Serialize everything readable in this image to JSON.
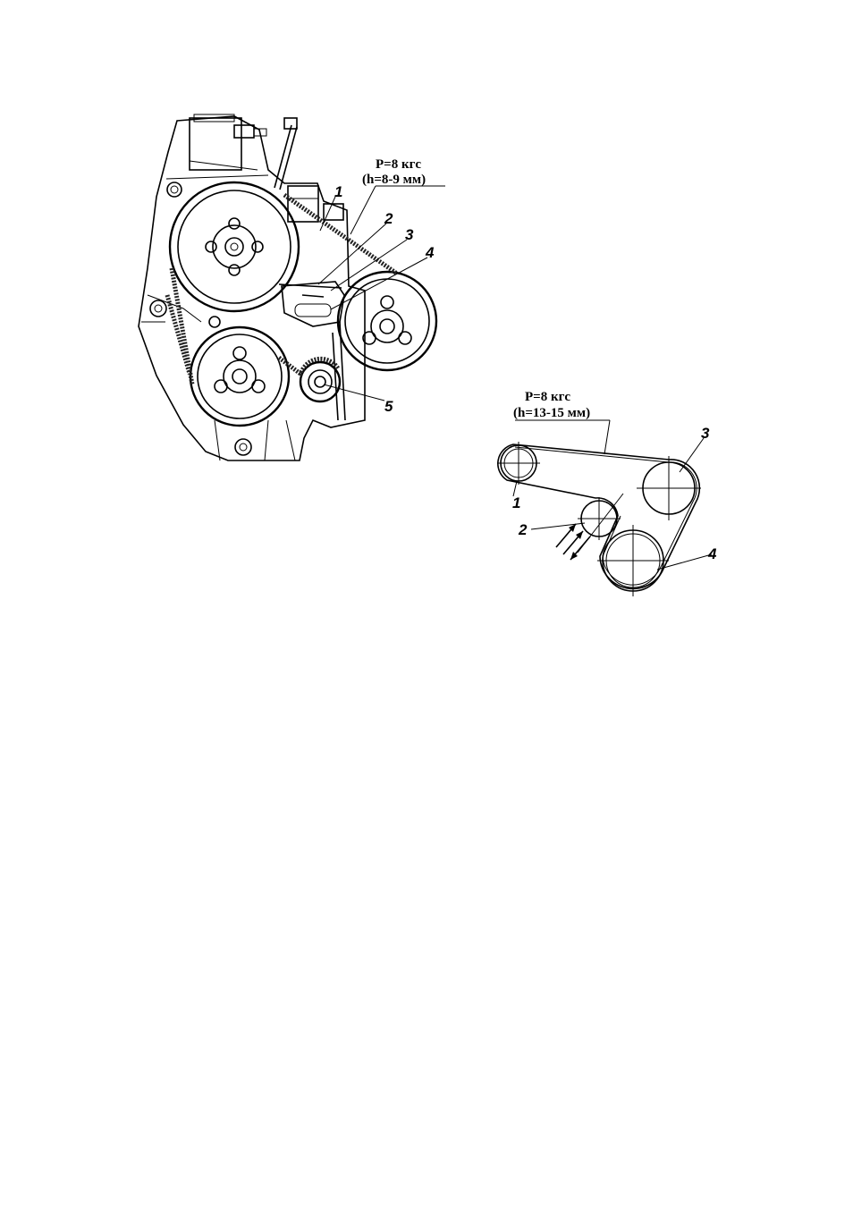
{
  "figure_left": {
    "force_line1": "P=8 кгс",
    "force_line2": "(h=8-9 мм)",
    "callouts": [
      "1",
      "2",
      "3",
      "4",
      "5"
    ]
  },
  "figure_right": {
    "force_line1": "P=8 кгс",
    "force_line2": "(h=13-15 мм)",
    "callouts": [
      "1",
      "2",
      "3",
      "4"
    ]
  },
  "colors": {
    "ink": "#000000",
    "background": "#ffffff"
  }
}
